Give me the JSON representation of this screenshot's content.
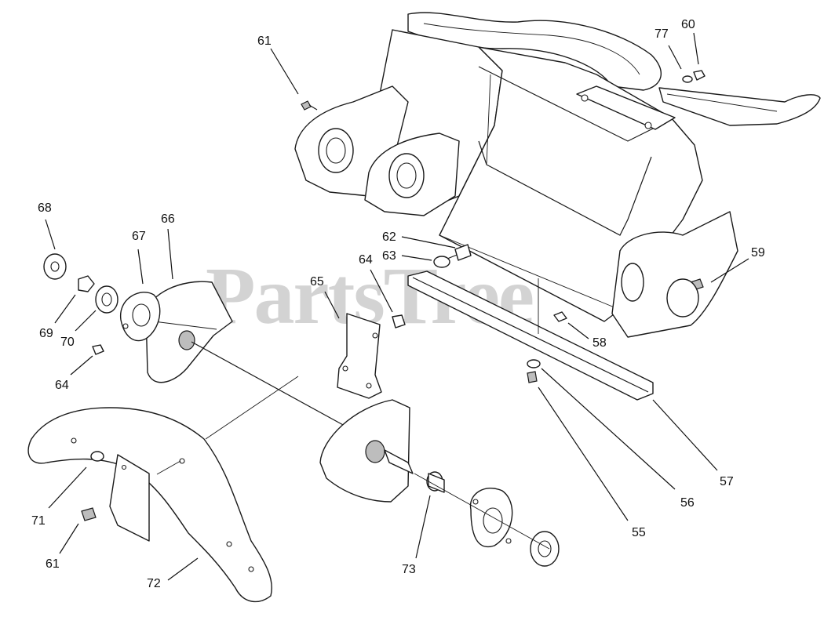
{
  "watermark": "PartsTree",
  "callouts": [
    "61",
    "77",
    "60",
    "68",
    "67",
    "66",
    "62",
    "63",
    "64",
    "65",
    "59",
    "69",
    "70",
    "58",
    "64",
    "71",
    "61",
    "57",
    "56",
    "55",
    "72",
    "73"
  ]
}
